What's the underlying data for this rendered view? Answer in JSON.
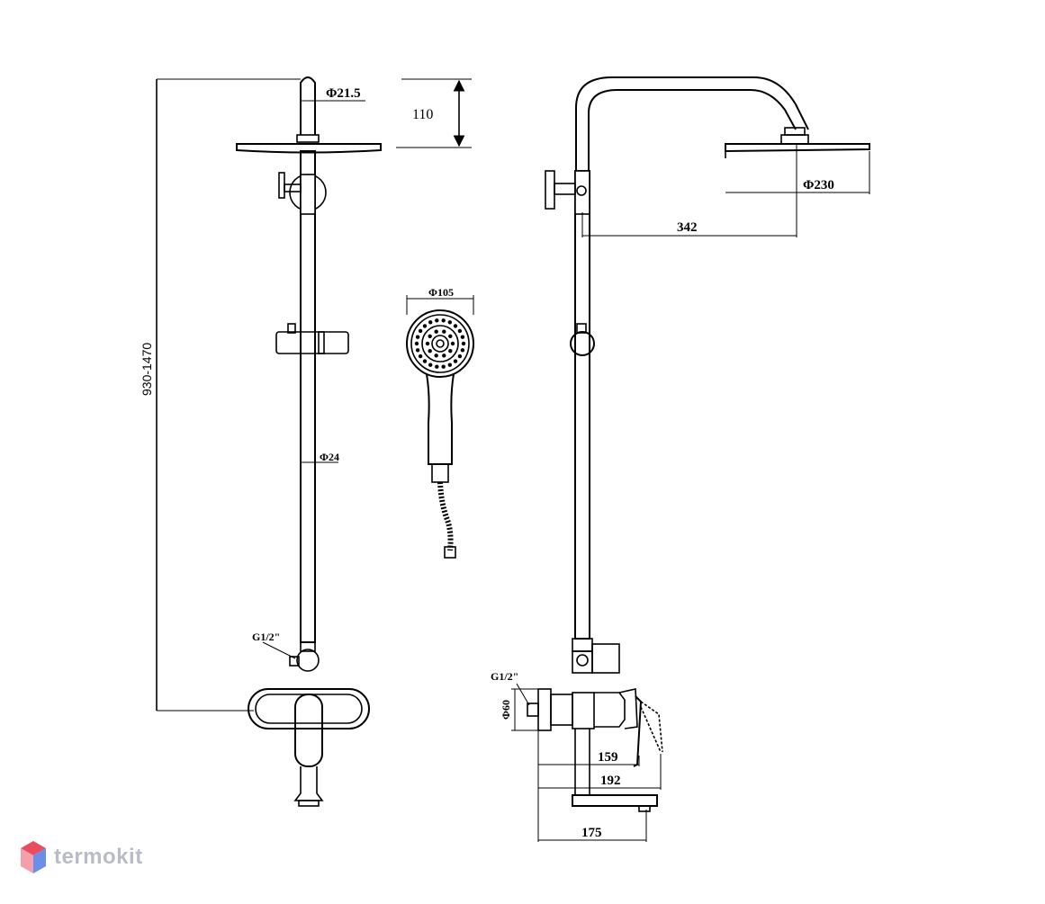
{
  "dimensions": {
    "total_height": "930-1470",
    "top_pipe_diameter": "Φ21.5",
    "head_offset_height": "110",
    "bar_diameter": "Φ24",
    "hand_shower_diameter": "Φ105",
    "rain_head_diameter": "Φ230",
    "arm_reach": "342",
    "inlet_thread_front": "G1/2\"",
    "inlet_thread_side": "G1/2\"",
    "escutcheon_diameter": "Φ60",
    "depth_159": "159",
    "depth_192": "192",
    "depth_175": "175"
  },
  "brand": {
    "name": "termokit",
    "logo_color": "#e94b5f",
    "logo_color_2": "#6b8fe8",
    "text_color": "#b9bcc6"
  },
  "colors": {
    "line": "#000000",
    "background": "#ffffff"
  }
}
